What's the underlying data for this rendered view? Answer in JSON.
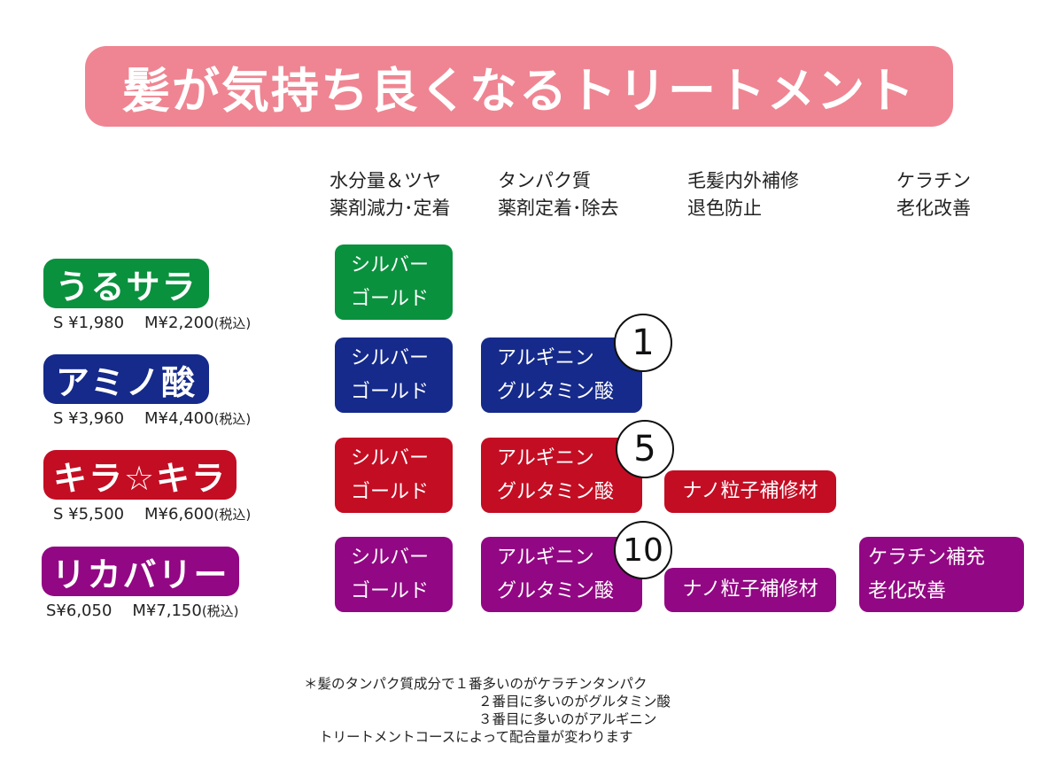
{
  "title": "髪が気持ち良くなるトリートメント",
  "columns": [
    {
      "line1": "水分量＆ツヤ",
      "line2": "薬剤減力･定着"
    },
    {
      "line1": "タンパク質",
      "line2": "薬剤定着･除去"
    },
    {
      "line1": "毛髪内外補修",
      "line2": "退色防止"
    },
    {
      "line1": "ケラチン",
      "line2": "老化改善"
    }
  ],
  "courses": [
    {
      "name": "うるサラ",
      "price_s": "S ¥1,980",
      "price_m": "M¥2,200",
      "tax": "(税込)",
      "color": "#0a913e"
    },
    {
      "name": "アミノ酸",
      "price_s": "S ¥3,960",
      "price_m": "M¥4,400",
      "tax": "(税込)",
      "color": "#152a8a"
    },
    {
      "name": "キラ☆キラ",
      "price_s": "S ¥5,500",
      "price_m": "M¥6,600",
      "tax": "(税込)",
      "color": "#c30d23"
    },
    {
      "name": "リカバリー",
      "price_s": "S¥6,050",
      "price_m": "M¥7,150",
      "tax": "(税込)",
      "color": "#920783"
    }
  ],
  "cells": {
    "silver": {
      "line1": "シルバー",
      "line2": "ゴールド"
    },
    "amino": {
      "line1": "アルギニン",
      "line2": "グルタミン酸"
    },
    "nano": "ナノ粒子補修材",
    "keratin": {
      "line1": "ケラチン補充",
      "line2": "老化改善"
    }
  },
  "levels": [
    "1",
    "5",
    "10"
  ],
  "footnote": [
    "＊髪のタンパク質成分で１番多いのがケラチンタンパク",
    "２番目に多いのがグルタミン酸",
    "３番目に多いのがアルギニン",
    "トリートメントコースによって配合量が変わります"
  ]
}
